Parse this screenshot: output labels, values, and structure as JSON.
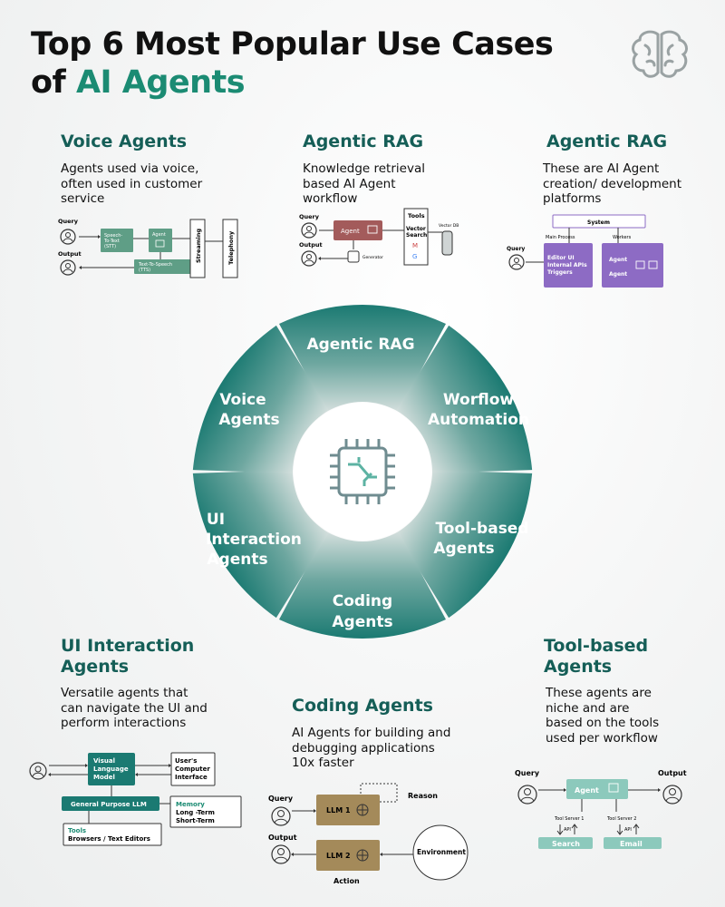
{
  "title": {
    "line1": "Top 6 Most Popular Use Cases",
    "line2_prefix": "of",
    "line2_accent": "AI Agents"
  },
  "colors": {
    "accent": "#1b8b73",
    "heading": "#155e57",
    "petal_top": "#1b7a72",
    "petal_bottom": "#c9d6d4",
    "rag_agent": "#a35b5b",
    "system_purple": "#8d6bc4",
    "code_llm": "#a48a5a"
  },
  "sections": {
    "voice": {
      "heading": "Voice Agents",
      "desc": [
        "Agents used via voice,",
        "often used in customer",
        "service"
      ]
    },
    "rag": {
      "heading": "Agentic RAG",
      "desc": [
        "Knowledge retrieval",
        "based AI Agent",
        "workflow"
      ]
    },
    "platform": {
      "heading": "Agentic RAG",
      "desc": [
        "These are AI Agent",
        "creation/ development",
        "platforms"
      ]
    },
    "ui": {
      "heading_lines": [
        "UI Interaction",
        "Agents"
      ],
      "desc": [
        "Versatile agents that",
        "can navigate the UI and",
        "perform interactions"
      ]
    },
    "coding": {
      "heading": "Coding Agents",
      "desc": [
        "AI Agents for building and",
        "debugging applications",
        "10x faster"
      ]
    },
    "tool": {
      "heading_lines": [
        "Tool-based",
        "Agents"
      ],
      "desc": [
        "These agents are",
        "niche and are",
        "based on the tools",
        "used per workflow"
      ]
    }
  },
  "petals": {
    "rag": [
      "Agentic RAG"
    ],
    "workflow": [
      "Worflow",
      "Automation"
    ],
    "tool": [
      "Tool-based",
      "Agents"
    ],
    "coding": [
      "Coding",
      "Agents"
    ],
    "ui": [
      "UI",
      "Interaction",
      "Agents"
    ],
    "voice": [
      "Voice",
      "Agents"
    ]
  },
  "icons": {
    "logo": "brain-icon",
    "center": "chip-icon",
    "user": "user-icon",
    "agent": "robot-icon",
    "llm": "brain-icon"
  },
  "voice_diagram": {
    "query": "Query",
    "output": "Output",
    "stt": [
      "Speech-",
      "To-Text",
      "(STT)"
    ],
    "agent": "Agent",
    "tts": [
      "Text-To-Speech",
      "(TTS)"
    ],
    "streaming": "Streaming",
    "telephony": "Telephony"
  },
  "rag_diagram": {
    "query": "Query",
    "output": "Output",
    "agent": "Agent",
    "generator": "Generator",
    "tools": "Tools",
    "vector_search": [
      "Vector",
      "Search"
    ],
    "vector_db": "Vector DB"
  },
  "platform_diagram": {
    "system": "System",
    "main_process": "Main Process",
    "workers": "Workers",
    "query": "Query",
    "editor": [
      "Editor UI",
      "Internal APIs",
      "Triggers"
    ],
    "agent1": "Agent",
    "agent2": "Agent"
  },
  "ui_diagram": {
    "vlm": [
      "Visual",
      "Language",
      "Model"
    ],
    "uci": [
      "User's",
      "Computer",
      "Interface"
    ],
    "llm": "General Purpose LLM",
    "memory": "Memory",
    "memory_items": [
      "Long -Term",
      "Short-Term"
    ],
    "tools": "Tools",
    "tools_items": "Browsers / Text Editors"
  },
  "coding_diagram": {
    "query": "Query",
    "output": "Output",
    "llm1": "LLM 1",
    "llm2": "LLM 2",
    "reason": "Reason",
    "action": "Action",
    "environment": "Environment"
  },
  "tool_diagram": {
    "query": "Query",
    "output": "Output",
    "agent": "Agent",
    "server1": "Tool Server 1",
    "server2": "Tool Server 2",
    "api": "API",
    "search": "Search",
    "email": "Email"
  }
}
